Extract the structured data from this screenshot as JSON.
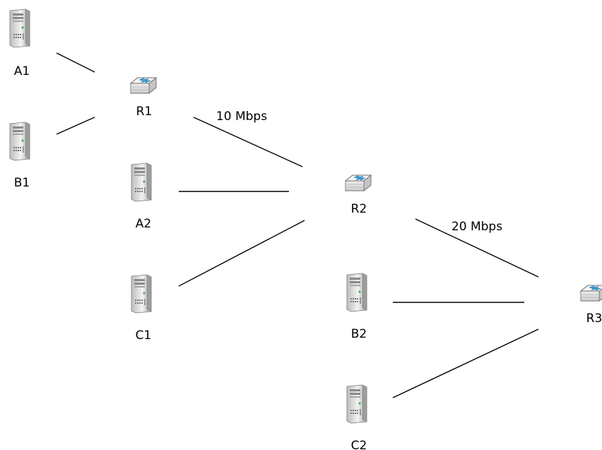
{
  "nodes": [
    {
      "id": "A1",
      "label": "A1",
      "kind": "server",
      "icon": "server-icon"
    },
    {
      "id": "B1",
      "label": "B1",
      "kind": "server",
      "icon": "server-icon"
    },
    {
      "id": "R1",
      "label": "R1",
      "kind": "router",
      "icon": "router-icon"
    },
    {
      "id": "A2",
      "label": "A2",
      "kind": "server",
      "icon": "server-icon"
    },
    {
      "id": "C1",
      "label": "C1",
      "kind": "server",
      "icon": "server-icon"
    },
    {
      "id": "R2",
      "label": "R2",
      "kind": "router",
      "icon": "router-icon"
    },
    {
      "id": "B2",
      "label": "B2",
      "kind": "server",
      "icon": "server-icon"
    },
    {
      "id": "C2",
      "label": "C2",
      "kind": "server",
      "icon": "server-icon"
    },
    {
      "id": "R3",
      "label": "R3",
      "kind": "router",
      "icon": "router-icon"
    }
  ],
  "links": [
    {
      "from": "A1",
      "to": "R1",
      "label": ""
    },
    {
      "from": "B1",
      "to": "R1",
      "label": ""
    },
    {
      "from": "R1",
      "to": "R2",
      "label": "10 Mbps"
    },
    {
      "from": "A2",
      "to": "R2",
      "label": ""
    },
    {
      "from": "C1",
      "to": "R2",
      "label": ""
    },
    {
      "from": "R2",
      "to": "R3",
      "label": "20 Mbps"
    },
    {
      "from": "B2",
      "to": "R3",
      "label": ""
    },
    {
      "from": "C2",
      "to": "R3",
      "label": ""
    }
  ],
  "colors": {
    "server_body": "#d9d9d9",
    "server_dark": "#8a8a8a",
    "router_body": "#ececec",
    "router_accent": "#3a9bd5",
    "line": "#000000"
  }
}
